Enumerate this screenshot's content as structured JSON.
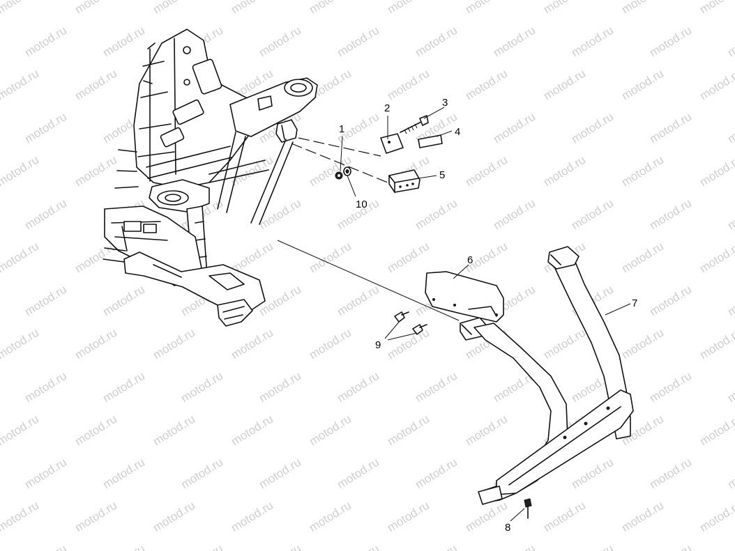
{
  "watermark": {
    "text": "motod.ru",
    "color": "#cfcfcf"
  },
  "callouts": [
    {
      "id": "1",
      "label": "1"
    },
    {
      "id": "2",
      "label": "2"
    },
    {
      "id": "3",
      "label": "3"
    },
    {
      "id": "4",
      "label": "4"
    },
    {
      "id": "5",
      "label": "5"
    },
    {
      "id": "6",
      "label": "6"
    },
    {
      "id": "7",
      "label": "7"
    },
    {
      "id": "8",
      "label": "8"
    },
    {
      "id": "9",
      "label": "9"
    },
    {
      "id": "10",
      "label": "10"
    }
  ]
}
